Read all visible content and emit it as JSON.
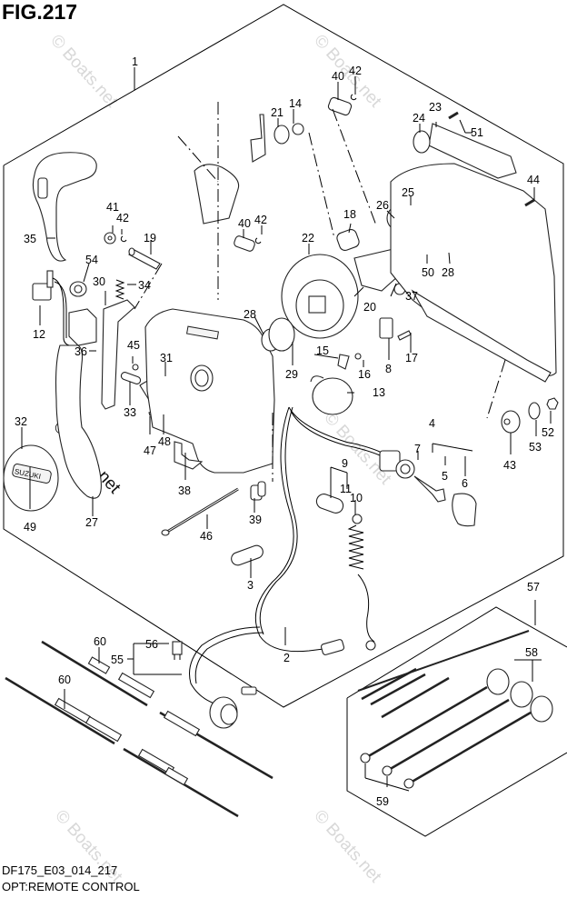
{
  "figure": {
    "title": "FIG.217",
    "code": "DF175_E03_014_217",
    "caption": "OPT:REMOTE CONTROL"
  },
  "watermark": {
    "text": "© Boats.net"
  },
  "brand_emblem": "SUZUKI",
  "callouts": {
    "p1": "1",
    "p2": "2",
    "p3": "3",
    "p4": "4",
    "p5": "5",
    "p6": "6",
    "p7": "7",
    "p8": "8",
    "p9": "9",
    "p10": "10",
    "p11": "11",
    "p12": "12",
    "p13": "13",
    "p14": "14",
    "p15": "15",
    "p16": "16",
    "p17": "17",
    "p18": "18",
    "p19": "19",
    "p20": "20",
    "p21": "21",
    "p22": "22",
    "p23": "23",
    "p24": "24",
    "p25": "25",
    "p26": "26",
    "p27": "27",
    "p28a": "28",
    "p28b": "28",
    "p29": "29",
    "p30": "30",
    "p31": "31",
    "p32": "32",
    "p33": "33",
    "p34": "34",
    "p35": "35",
    "p36": "36",
    "p37": "37",
    "p38": "38",
    "p39": "39",
    "p40a": "40",
    "p40b": "40",
    "p41": "41",
    "p42a": "42",
    "p42b": "42",
    "p43": "43",
    "p44": "44",
    "p45": "45",
    "p46": "46",
    "p47": "47",
    "p48": "48",
    "p49": "49",
    "p50": "50",
    "p51": "51",
    "p52": "52",
    "p53": "53",
    "p54": "54",
    "p55": "55",
    "p56": "56",
    "p57": "57",
    "p58": "58",
    "p59": "59",
    "p60a": "60",
    "p60b": "60"
  }
}
